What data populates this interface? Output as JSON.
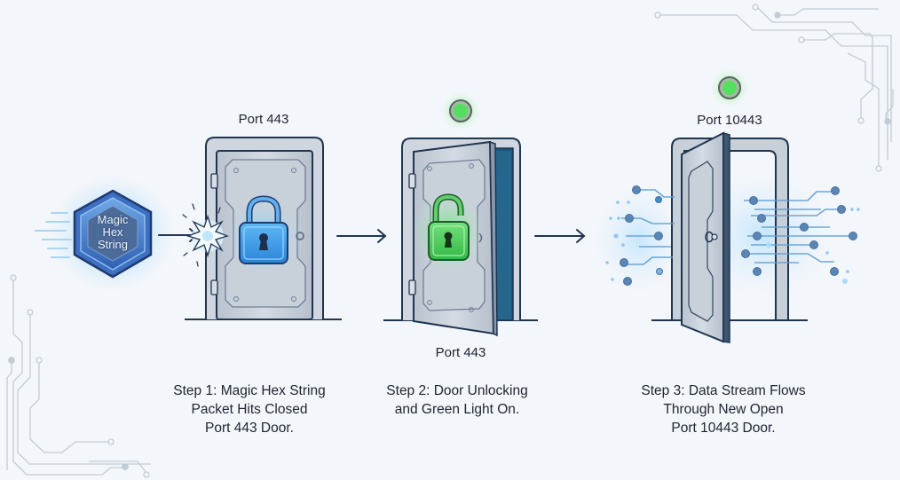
{
  "title": "Port Knocking Sequence",
  "packet": {
    "label_lines": [
      "Magic",
      "Hex",
      "String"
    ]
  },
  "steps": [
    {
      "port_label": "Port 443",
      "state": "closed-locked",
      "lock_color": "#2f8fe0",
      "caption_lines": [
        "Step 1: Magic Hex String",
        "Packet Hits Closed",
        "Port 443 Door."
      ]
    },
    {
      "port_label": "Port 443",
      "state": "unlocked-ajar",
      "lock_color": "#3cc94a",
      "indicator_light": "on",
      "caption_lines": [
        "Step 2: Door Unlocking",
        "and Green Light On."
      ]
    },
    {
      "port_label": "Port 10443",
      "state": "open",
      "indicator_light": "on",
      "caption_lines": [
        "Step 3: Data Stream Flows",
        "Through New Open",
        "Port 10443 Door."
      ]
    }
  ],
  "colors": {
    "outline": "#1f3550",
    "door_metal": "#c3cbd6",
    "green_light": "#44d94f",
    "blue_glow": "#4fb3f5",
    "circuit": "#b8c2cc"
  }
}
